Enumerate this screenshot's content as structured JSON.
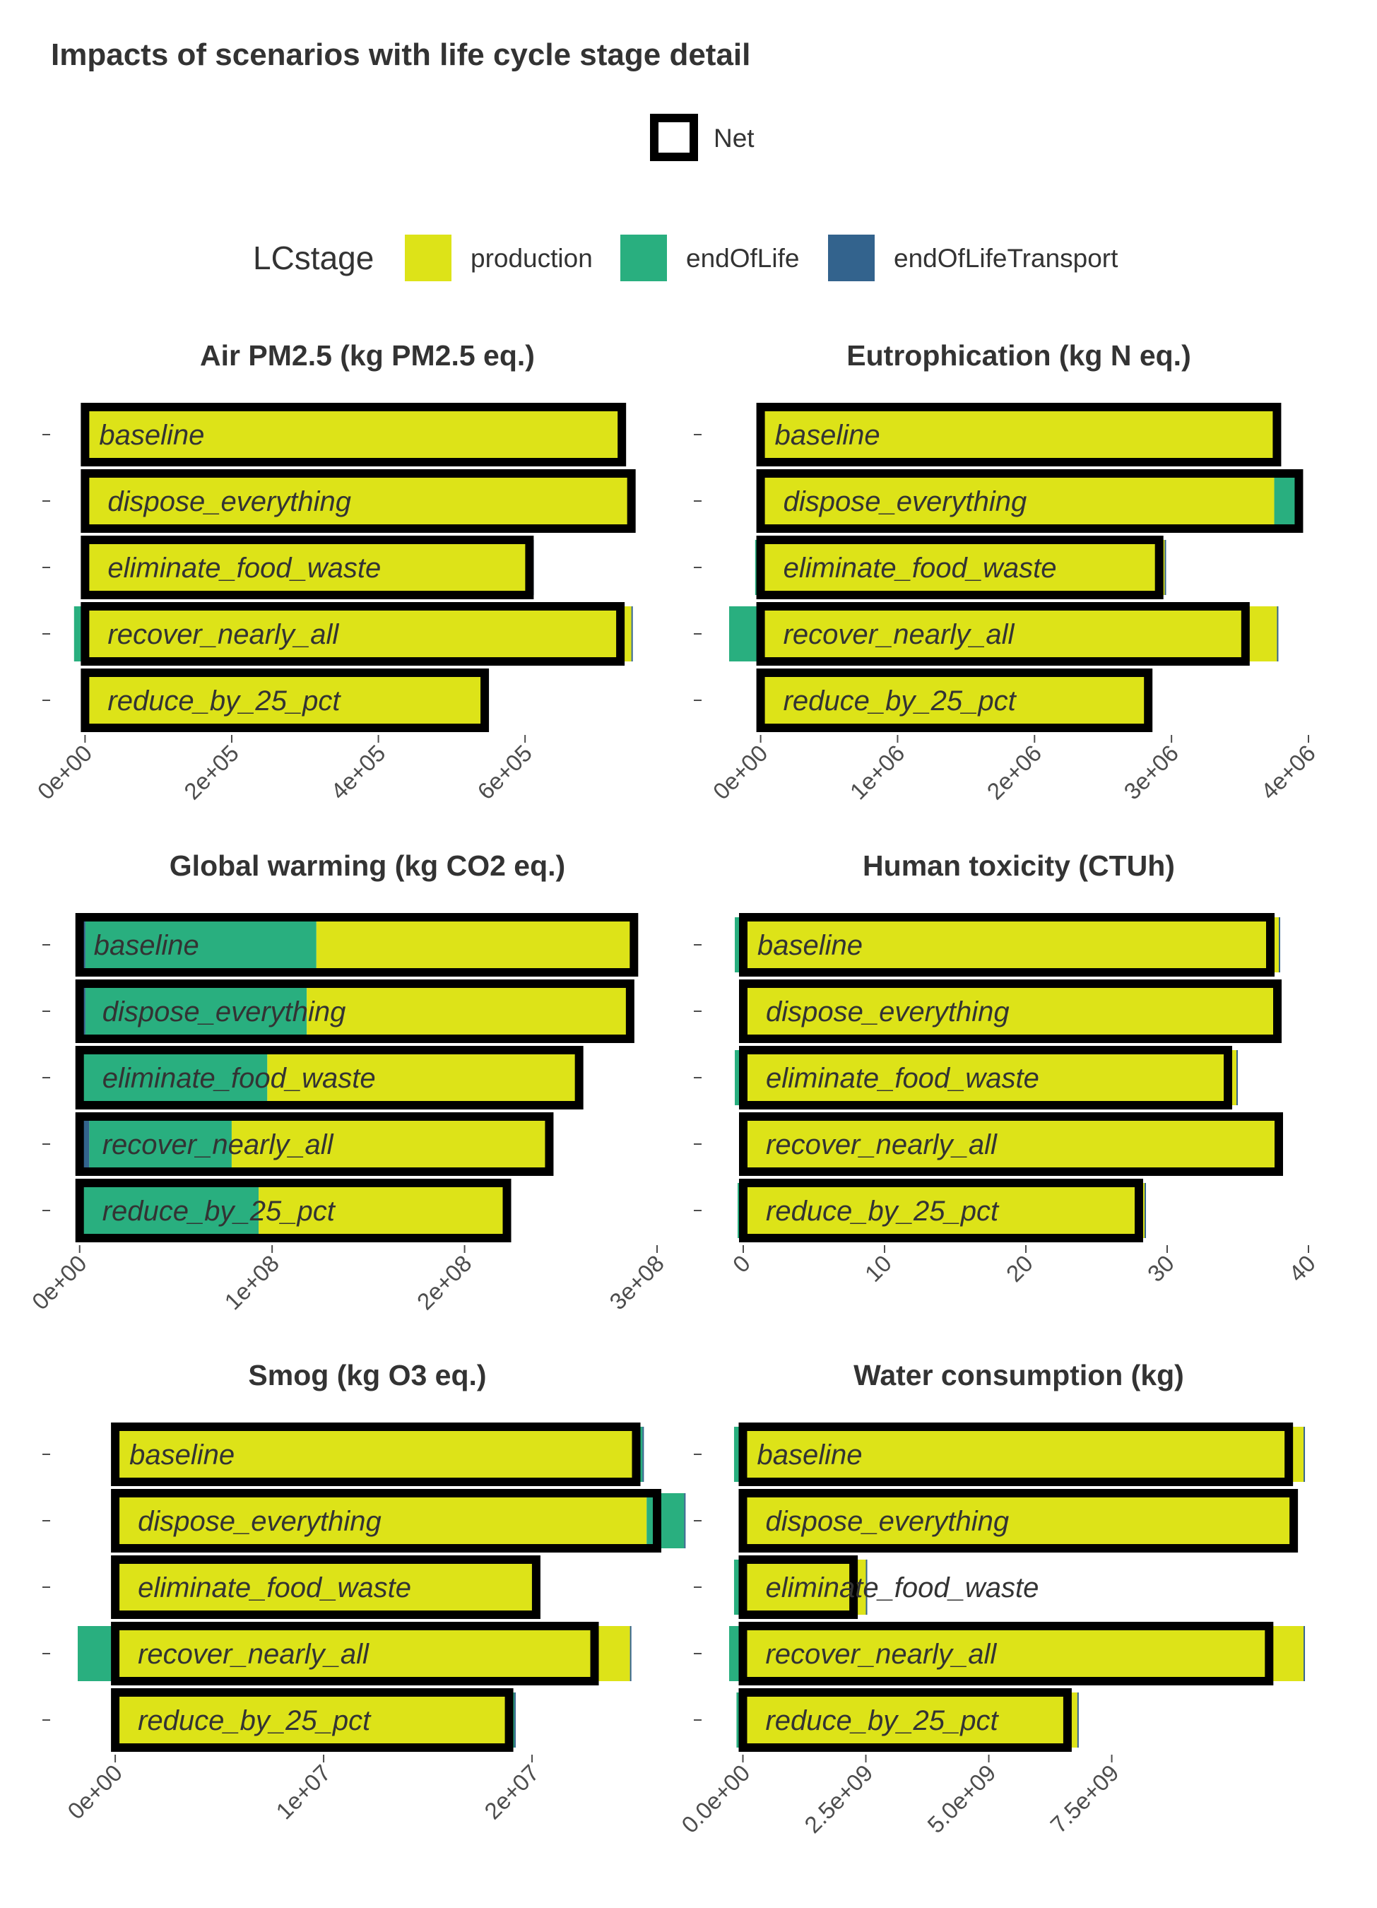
{
  "title": "Impacts of scenarios with life cycle stage detail",
  "legend": {
    "net_label": "Net",
    "lcstage_title": "LCstage",
    "stages": [
      {
        "name": "production",
        "color": "#dde318"
      },
      {
        "name": "endOfLife",
        "color": "#29af7f"
      },
      {
        "name": "endOfLifeTransport",
        "color": "#33638d"
      }
    ]
  },
  "chart_data": [
    {
      "type": "bar",
      "title": "Air PM2.5 (kg PM2.5 eq.)",
      "categories": [
        "baseline",
        "dispose_everything",
        "eliminate_food_waste",
        "recover_nearly_all",
        "reduce_by_25_pct"
      ],
      "xlim": [
        -10000,
        780000
      ],
      "ticks": [
        0,
        200000,
        400000,
        600000
      ],
      "tick_labels": [
        "0e+00",
        "2e+05",
        "4e+05",
        "6e+05"
      ],
      "series": [
        {
          "name": "production",
          "values": [
            735000,
            745000,
            610000,
            745000,
            545000
          ]
        },
        {
          "name": "endOfLife",
          "values": [
            -3000,
            0,
            -4000,
            -15000,
            0
          ]
        },
        {
          "name": "endOfLifeTransport",
          "values": [
            400,
            500,
            400,
            400,
            400
          ]
        }
      ],
      "net": [
        732000,
        745000,
        606000,
        730000,
        545000
      ]
    },
    {
      "type": "bar",
      "title": "Eutrophication (kg N eq.)",
      "categories": [
        "baseline",
        "dispose_everything",
        "eliminate_food_waste",
        "recover_nearly_all",
        "reduce_by_25_pct"
      ],
      "xlim": [
        -230000,
        4000000
      ],
      "ticks": [
        0,
        1000000,
        2000000,
        3000000,
        4000000
      ],
      "tick_labels": [
        "0e+00",
        "1e+06",
        "2e+06",
        "3e+06",
        "4e+06"
      ],
      "series": [
        {
          "name": "production",
          "values": [
            3750000,
            3750000,
            2950000,
            3770000,
            2830000
          ]
        },
        {
          "name": "endOfLife",
          "values": [
            20000,
            180000,
            -40000,
            -230000,
            0
          ]
        },
        {
          "name": "endOfLifeTransport",
          "values": [
            1000,
            1000,
            1000,
            1000,
            1000
          ]
        }
      ],
      "net": [
        3770000,
        3930000,
        2910000,
        3540000,
        2830000
      ]
    },
    {
      "type": "bar",
      "title": "Global warming (kg CO2 eq.)",
      "categories": [
        "baseline",
        "dispose_everything",
        "eliminate_food_waste",
        "recover_nearly_all",
        "reduce_by_25_pct"
      ],
      "xlim": [
        -1000000,
        300000000
      ],
      "ticks": [
        0,
        100000000,
        200000000,
        300000000
      ],
      "tick_labels": [
        "0e+00",
        "1e+08",
        "2e+08",
        "3e+08"
      ],
      "series": [
        {
          "name": "endOfLifeTransport",
          "values": [
            3000000,
            3000000,
            1500000,
            5000000,
            2000000
          ]
        },
        {
          "name": "endOfLife",
          "values": [
            120000000,
            115000000,
            96000000,
            74000000,
            91000000
          ]
        },
        {
          "name": "production",
          "values": [
            165000000,
            168000000,
            162000000,
            165000000,
            129000000
          ]
        }
      ],
      "net": [
        288000000,
        286000000,
        259500000,
        244000000,
        222000000
      ]
    },
    {
      "type": "bar",
      "title": "Human toxicity (CTUh)",
      "categories": [
        "baseline",
        "dispose_everything",
        "eliminate_food_waste",
        "recover_nearly_all",
        "reduce_by_25_pct"
      ],
      "xlim": [
        -1,
        40
      ],
      "ticks": [
        0,
        10,
        20,
        30,
        40
      ],
      "tick_labels": [
        "0",
        "10",
        "20",
        "30",
        "40"
      ],
      "series": [
        {
          "name": "production",
          "values": [
            37.9,
            37.9,
            34.9,
            37.9,
            28.4
          ]
        },
        {
          "name": "endOfLife",
          "values": [
            -0.6,
            -0.1,
            -0.6,
            0,
            -0.4
          ]
        },
        {
          "name": "endOfLifeTransport",
          "values": [
            0.02,
            0.02,
            0.02,
            0.02,
            0.02
          ]
        }
      ],
      "net": [
        37.3,
        37.8,
        34.3,
        37.9,
        28.0
      ]
    },
    {
      "type": "bar",
      "title": "Smog (kg O3 eq.)",
      "categories": [
        "baseline",
        "dispose_everything",
        "eliminate_food_waste",
        "recover_nearly_all",
        "reduce_by_25_pct"
      ],
      "xlim": [
        -1800000,
        26000000
      ],
      "ticks": [
        0,
        10000000,
        20000000
      ],
      "tick_labels": [
        "0e+00",
        "1e+07",
        "2e+07"
      ],
      "series": [
        {
          "name": "production",
          "values": [
            24800000,
            25500000,
            20100000,
            24700000,
            18900000
          ]
        },
        {
          "name": "endOfLife",
          "values": [
            500000,
            1800000,
            150000,
            -1800000,
            250000
          ]
        },
        {
          "name": "endOfLifeTransport",
          "values": [
            50000,
            60000,
            40000,
            50000,
            40000
          ]
        }
      ],
      "net": [
        25000000,
        26000000,
        20200000,
        23000000,
        18900000
      ]
    },
    {
      "type": "bar",
      "title": "Water consumption (kg)",
      "categories": [
        "baseline",
        "dispose_everything",
        "eliminate_food_waste",
        "recover_nearly_all",
        "reduce_by_25_pct"
      ],
      "xlim": [
        -280000000,
        11500000000
      ],
      "ticks": [
        0,
        2500000000,
        5000000000,
        7500000000
      ],
      "tick_labels": [
        "0.0e+00",
        "2.5e+09",
        "5.0e+09",
        "7.5e+09"
      ],
      "series": [
        {
          "name": "production",
          "values": [
            11400000000,
            11200000000,
            2500000000,
            11400000000,
            6800000000
          ]
        },
        {
          "name": "endOfLife",
          "values": [
            -180000000,
            0,
            -180000000,
            -280000000,
            -130000000
          ]
        },
        {
          "name": "endOfLifeTransport",
          "values": [
            2000000,
            2000000,
            2000000,
            2000000,
            2000000
          ]
        }
      ],
      "net": [
        11100000000,
        11200000000,
        2250000000,
        10700000000,
        6600000000
      ]
    }
  ]
}
